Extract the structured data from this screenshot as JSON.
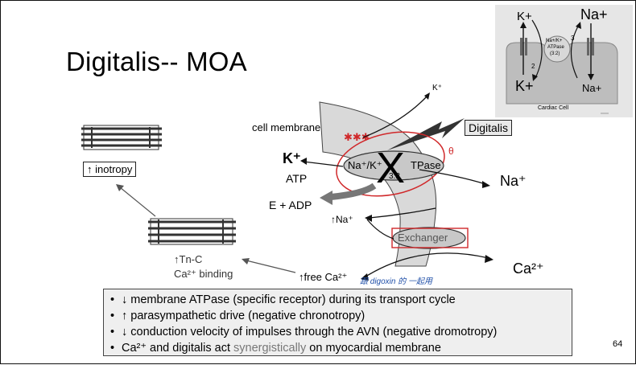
{
  "slide": {
    "title": "Digitalis--  MOA",
    "page_number": "64"
  },
  "inset": {
    "k_top": "K+",
    "na_top": "Na+",
    "k_bottom": "K+",
    "na_bottom": "Na+",
    "pump_label_1": "Na+/K+",
    "pump_label_2": "ATPase",
    "pump_label_3": "(3:2)",
    "arrow_2": "2",
    "arrow_3": "3",
    "cell_label": "Cardiac Cell"
  },
  "diagram": {
    "k_out": "K⁺",
    "cell_membrane": "cell membrane",
    "digitalis": "Digitalis",
    "k_left": "K⁺",
    "pump_left": "Na⁺/K⁺",
    "pump_right": "TPase",
    "pump_ratio": "3:2",
    "atp": "ATP",
    "e_adp": "E + ADP",
    "na_right": "Na⁺",
    "na_up": "↑Na⁺",
    "exchanger": "Exchanger",
    "ca_right": "Ca²⁺",
    "free_ca": "↑free Ca²⁺",
    "inotropy": "↑ inotropy",
    "tnc": "↑Tn-C",
    "ca_binding": "Ca²⁺ binding",
    "handwritten_note": "跟 digoxin 的 一起用",
    "theta_mark": "θ"
  },
  "bullets": [
    {
      "pre": "↓ membrane ATPase (specific receptor) during its transport cycle"
    },
    {
      "pre": "↑ parasympathetic drive (negative chronotropy)"
    },
    {
      "pre": "↓ conduction velocity of impulses through the AVN (negative dromotropy)"
    },
    {
      "pre": "Ca²⁺ and digitalis act ",
      "gray": "synergistically",
      "post": " on myocardial membrane"
    }
  ],
  "colors": {
    "membrane_fill": "#d9d9d9",
    "annotation_red": "#d0282a",
    "note_blue": "#1f4fa8",
    "bullet_bg": "#efefef"
  }
}
